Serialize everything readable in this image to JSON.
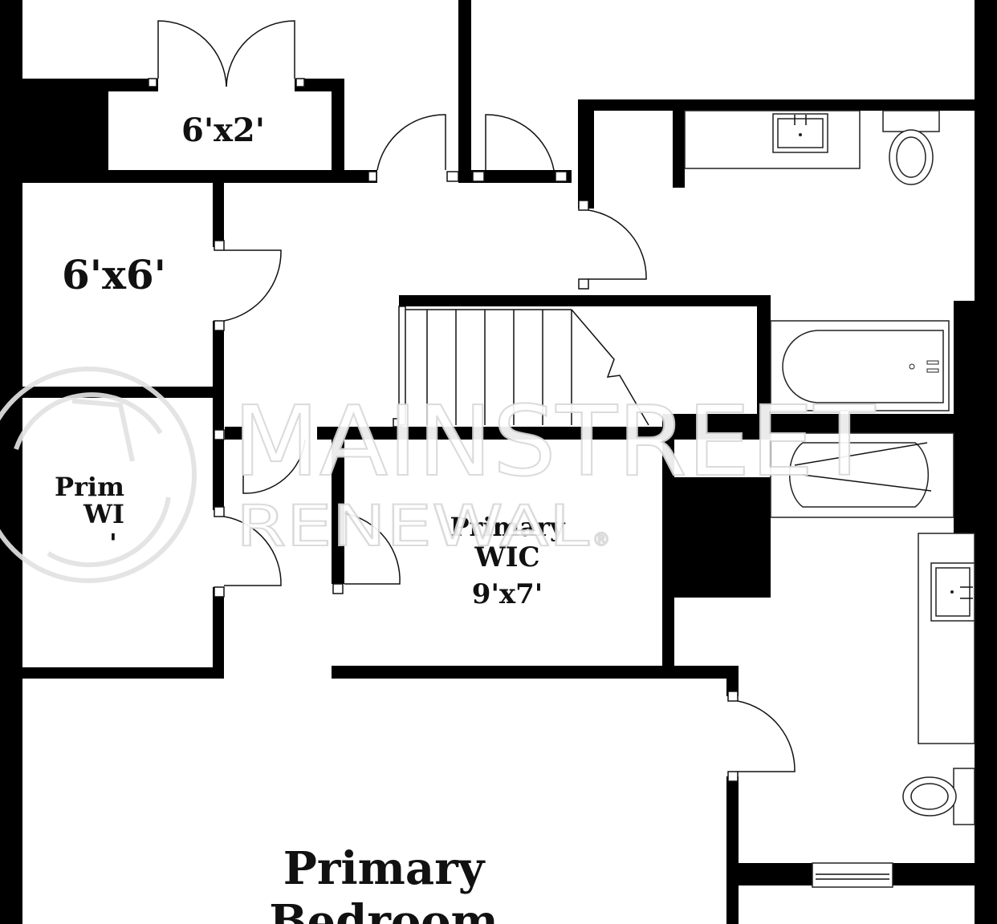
{
  "plan": {
    "rooms": [
      {
        "id": "closet_small",
        "label": "6'x2'"
      },
      {
        "id": "closet_square",
        "label": "6'x6'"
      },
      {
        "id": "primary_wic_left",
        "line1": "Prim",
        "line2": "WI",
        "line3": "'"
      },
      {
        "id": "primary_wic",
        "line1": "Primary",
        "line2": "WIC",
        "line3": "9'x7'"
      },
      {
        "id": "primary_bedroom",
        "line1": "Primary",
        "line2": "Bedroom"
      }
    ],
    "watermark": {
      "line1": "MAINSTREET",
      "line2": "RENEWAL",
      "mark": "®"
    }
  }
}
